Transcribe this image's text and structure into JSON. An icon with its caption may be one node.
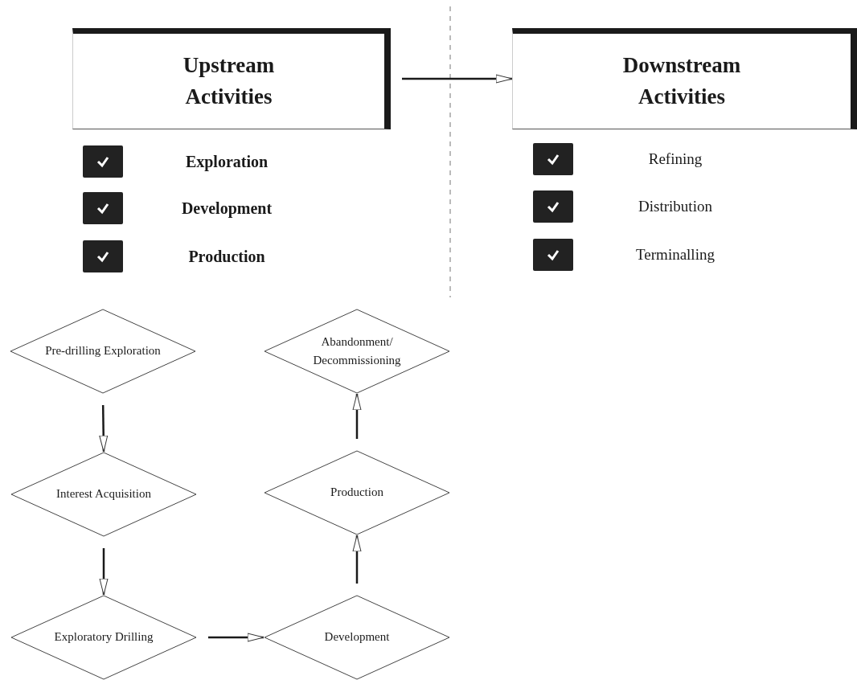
{
  "diagram": {
    "nodes": [
      {
        "text": [
          "Upstream Activities"
        ]
      },
      {
        "text": [
          "Downstream Activities"
        ]
      },
      {
        "text": [
          "Pre-drilling Exploration"
        ]
      },
      {
        "text": [
          "Interest Acquisition"
        ]
      },
      {
        "text": [
          "Exploratory Drilling"
        ]
      },
      {
        "text": [
          "Development"
        ]
      },
      {
        "text": [
          "Production"
        ]
      },
      {
        "text": [
          "Abandonment/ Decommissioning"
        ]
      }
    ],
    "edges": [
      {
        "from": 0,
        "to": 1,
        "arrow": "to"
      },
      {
        "from": 2,
        "to": 3,
        "arrow": "to"
      },
      {
        "from": 3,
        "to": 4,
        "arrow": "to"
      },
      {
        "from": 4,
        "to": 5,
        "arrow": "to"
      },
      {
        "from": 5,
        "to": 6,
        "arrow": "to"
      },
      {
        "from": 6,
        "to": 7,
        "arrow": "to"
      }
    ],
    "labels": [
      "Exploration",
      "Development",
      "Production",
      "Refining",
      "Distribution",
      "Terminalling"
    ]
  }
}
